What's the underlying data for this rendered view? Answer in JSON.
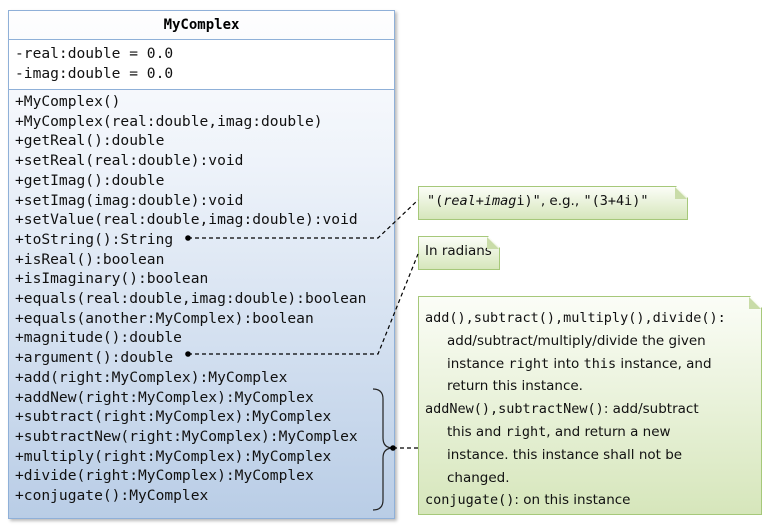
{
  "class": {
    "name": "MyComplex",
    "attributes": [
      "-real:double = 0.0",
      "-imag:double = 0.0"
    ],
    "methods": [
      "+MyComplex()",
      "+MyComplex(real:double,imag:double)",
      "+getReal():double",
      "+setReal(real:double):void",
      "+getImag():double",
      "+setImag(imag:double):void",
      "+setValue(real:double,imag:double):void",
      "+toString():String",
      "+isReal():boolean",
      "+isImaginary():boolean",
      "+equals(real:double,imag:double):boolean",
      "+equals(another:MyComplex):boolean",
      "+magnitude():double",
      "+argument():double",
      "+add(right:MyComplex):MyComplex",
      "+addNew(right:MyComplex):MyComplex",
      "+subtract(right:MyComplex):MyComplex",
      "+subtractNew(right:MyComplex):MyComplex",
      "+multiply(right:MyComplex):MyComplex",
      "+divide(right:MyComplex):MyComplex",
      "+conjugate():MyComplex"
    ]
  },
  "notes": {
    "tostring": {
      "q1": "\"(",
      "italic": "real+imag",
      "i": "i)\"",
      "rest": ", e.g., ",
      "example": "\"(3+4i)\""
    },
    "argument": {
      "text": "In radians"
    },
    "ops": {
      "l1": "add(),subtract(),multiply(),divide():",
      "l2": "add/subtract/multiply/divide the given",
      "l3a": "instance ",
      "l3b": "right",
      "l3c": " into ",
      "l3d": "this",
      "l3e": " instance, and",
      "l4": "return this instance.",
      "l5a": "addNew(),subtractNew()",
      "l5b": ":",
      "l5c": " add/subtract",
      "l6a": "this",
      "l6b": " and ",
      "l6c": "right",
      "l6d": ", and return a new",
      "l7": "instance. this instance shall not be",
      "l8": "changed.",
      "l9a": "conjugate()",
      "l9b": ":",
      "l9c": " on this instance"
    }
  },
  "colors": {
    "class_border": "#8fb0d8",
    "note_border": "#a6c87a"
  }
}
